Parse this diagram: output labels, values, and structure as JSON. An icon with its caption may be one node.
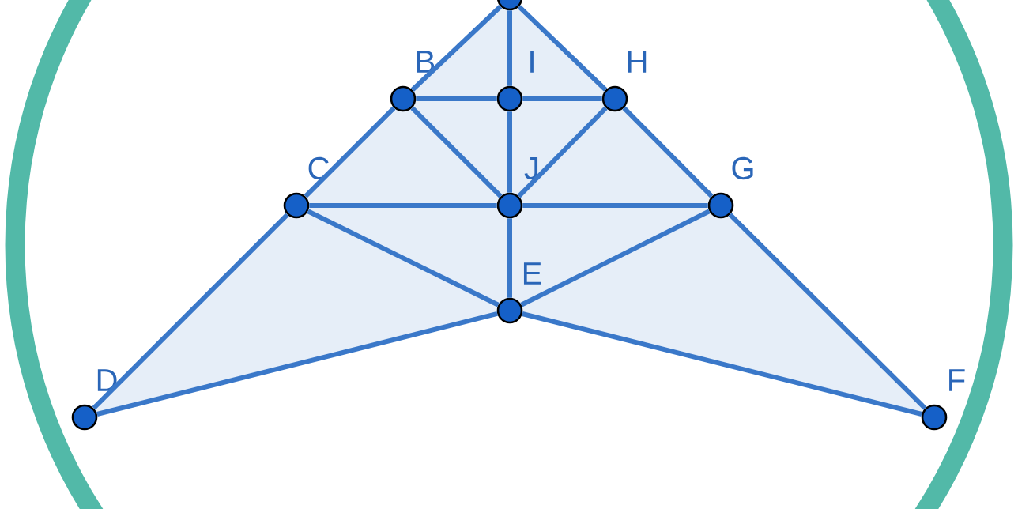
{
  "diagram": {
    "nodes": [
      {
        "text": [],
        "shape": "circle"
      },
      {
        "text": [],
        "shape": "circle",
        "beside": [
          "B"
        ]
      },
      {
        "text": [],
        "shape": "circle",
        "beside": [
          "I"
        ]
      },
      {
        "text": [],
        "shape": "circle",
        "beside": [
          "H"
        ]
      },
      {
        "text": [],
        "shape": "circle",
        "beside": [
          "C"
        ]
      },
      {
        "text": [],
        "shape": "circle",
        "beside": [
          "J"
        ]
      },
      {
        "text": [],
        "shape": "circle",
        "beside": [
          "G"
        ]
      },
      {
        "text": [],
        "shape": "circle",
        "beside": [
          "E"
        ]
      },
      {
        "text": [],
        "shape": "circle",
        "beside": [
          "D"
        ]
      },
      {
        "text": [],
        "shape": "circle",
        "beside": [
          "F"
        ]
      }
    ],
    "edges": [
      {
        "from": 0,
        "to": 1,
        "arrow": "none"
      },
      {
        "from": 1,
        "to": 4,
        "arrow": "none"
      },
      {
        "from": 4,
        "to": 8,
        "arrow": "none"
      },
      {
        "from": 0,
        "to": 3,
        "arrow": "none"
      },
      {
        "from": 3,
        "to": 6,
        "arrow": "none"
      },
      {
        "from": 6,
        "to": 9,
        "arrow": "none"
      },
      {
        "from": 0,
        "to": 2,
        "arrow": "none"
      },
      {
        "from": 2,
        "to": 5,
        "arrow": "none"
      },
      {
        "from": 5,
        "to": 7,
        "arrow": "none"
      },
      {
        "from": 1,
        "to": 2,
        "arrow": "none"
      },
      {
        "from": 2,
        "to": 3,
        "arrow": "none"
      },
      {
        "from": 4,
        "to": 5,
        "arrow": "none"
      },
      {
        "from": 5,
        "to": 6,
        "arrow": "none"
      },
      {
        "from": 1,
        "to": 5,
        "arrow": "none"
      },
      {
        "from": 3,
        "to": 5,
        "arrow": "none"
      },
      {
        "from": 4,
        "to": 7,
        "arrow": "none"
      },
      {
        "from": 6,
        "to": 7,
        "arrow": "none"
      },
      {
        "from": 8,
        "to": 7,
        "arrow": "none"
      },
      {
        "from": 9,
        "to": 7,
        "arrow": "none"
      }
    ]
  }
}
